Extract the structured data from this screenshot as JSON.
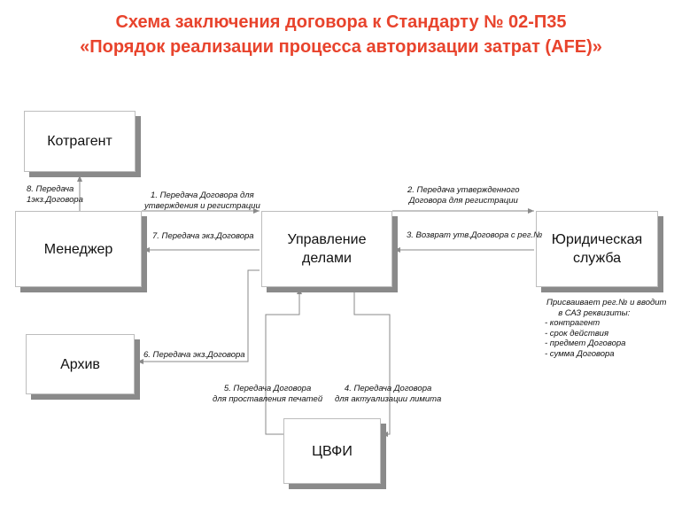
{
  "title_line1": "Схема заключения договора к Стандарту № 02-П35",
  "title_line2": "«Порядок реализации процесса авторизации затрат (AFE)»",
  "colors": {
    "title": "#e8432c",
    "box_border": "#bdbdbd",
    "box_shadow": "#8a8a8a",
    "line": "#8a8a8a"
  },
  "boxes": {
    "contractor": "Котрагент",
    "manager": "Менеджер",
    "admin": "Управление\nделами",
    "legal": "Юридическая\nслужба",
    "archive": "Архив",
    "cvfi": "ЦВФИ"
  },
  "flows": {
    "f1": "1. Передача Договора для\nутверждения и регистрации",
    "f2": "2. Передача утвержденного\nДоговора для  регистрации",
    "f3": "3. Возврат утв.Договора с рег.№",
    "f4": "4. Передача Договора\nдля актуализации лимита",
    "f5": "5. Передача Договора\nдля проставления печатей",
    "f6": "6. Передача экз.Договора",
    "f7": "7. Передача экз.Договора",
    "f8": "8. Передача\n1экз.Договора"
  },
  "legal_note": {
    "header": "Присваивает рег.№ и вводит\n     в САЗ реквизиты:",
    "items": [
      "- контрагент",
      "- срок действия",
      "- предмет Договора",
      "- сумма Договора"
    ]
  }
}
